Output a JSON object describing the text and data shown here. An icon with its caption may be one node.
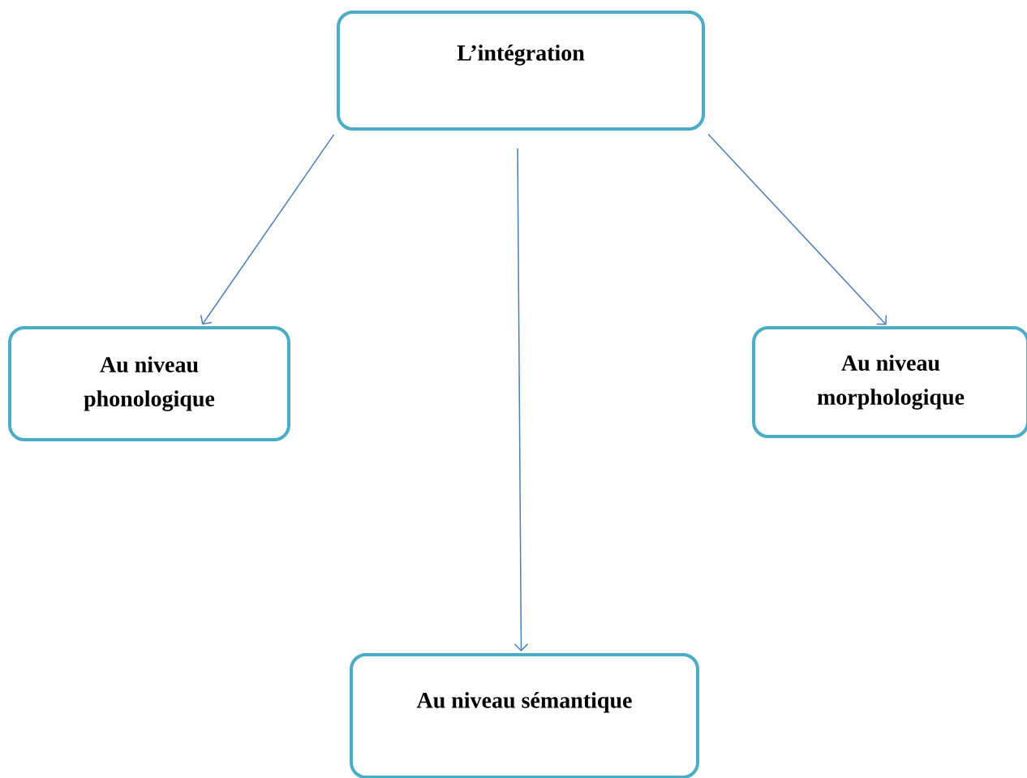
{
  "diagram": {
    "nodes": [
      {
        "text": [
          "L’intégration"
        ]
      },
      {
        "text": [
          "Au niveau phonologique"
        ]
      },
      {
        "text": [
          "Au niveau morphologique"
        ]
      },
      {
        "text": [
          "Au niveau sémantique"
        ]
      }
    ],
    "edges": [
      {
        "from": 0,
        "to": 1,
        "arrow": "to"
      },
      {
        "from": 0,
        "to": 3,
        "arrow": "to"
      },
      {
        "from": 0,
        "to": 2,
        "arrow": "to"
      }
    ]
  }
}
